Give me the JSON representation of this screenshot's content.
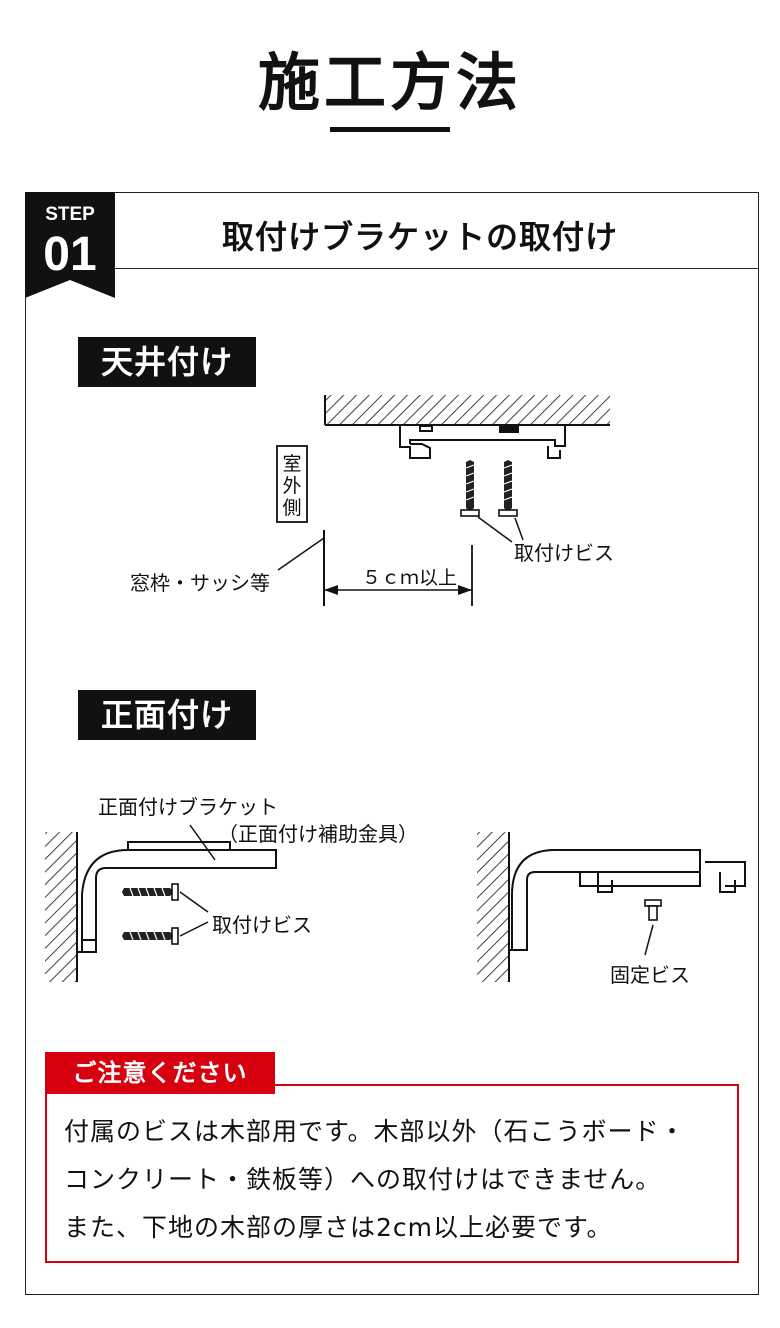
{
  "page": {
    "title": "施工方法"
  },
  "step": {
    "badge_word": "STEP",
    "badge_number": "01",
    "title": "取付けブラケットの取付け"
  },
  "ceiling_mount": {
    "label": "天井付け",
    "outdoor_side_label": "室外側",
    "window_frame_label": "窓枠・サッシ等",
    "distance_label": "５ｃｍ以上",
    "screw_label": "取付けビス"
  },
  "front_mount": {
    "label": "正面付け",
    "bracket_label": "正面付けブラケット",
    "bracket_sub_label": "（正面付け補助金具）",
    "screw_label": "取付けビス",
    "fixing_screw_label": "固定ビス"
  },
  "notice": {
    "heading": "ご注意ください",
    "lines": [
      "付属のビスは木部用です。木部以外（石こうボード・",
      "コンクリート・鉄板等）への取付けはできません。",
      "また、下地の木部の厚さは2cm以上必要です。"
    ]
  },
  "colors": {
    "accent": "#d7000f",
    "label_bg": "#111111"
  }
}
